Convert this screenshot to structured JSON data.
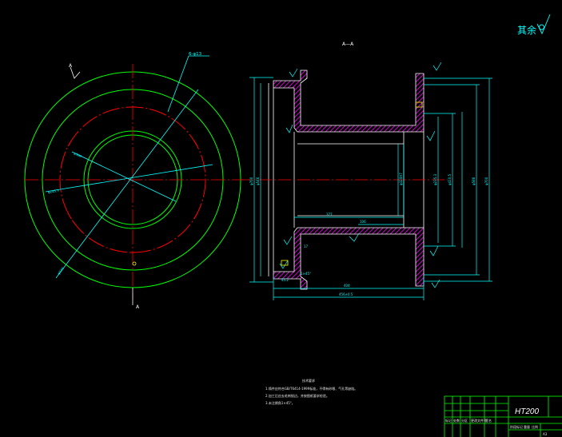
{
  "roughness": {
    "text": "其余",
    "symbol_icon": "roughness-symbol-icon"
  },
  "front_view": {
    "section_letter_top": "A",
    "section_letter_bottom": "A",
    "hole_spec": "6-φ13",
    "dia_labels": [
      "φ360",
      "φ245.3",
      "φ540"
    ]
  },
  "section_view": {
    "title": "A—A",
    "dims": {
      "width_inner": "404",
      "width_total": "456±0.5",
      "hub_len": "377",
      "hub_gap": "106",
      "flange_small": "17",
      "flange_bottom": "45.2",
      "chamfer": "1×45°",
      "left_dia_a": "φ700",
      "left_dia_b": "φ546",
      "bore_a": "φ320H7",
      "bore_b": "φ235.3",
      "right_dia_a": "φ410.5",
      "right_dia_b": "φ586",
      "right_dia_c": "φ700"
    }
  },
  "tech_requirements": {
    "title": "技术要求",
    "lines": [
      "1.铸件应符合GB/T6414-1999标准，不得有砂眼、气孔等缺陷。",
      "2.加工后应去毛刺锐边，并按图纸要求检验。",
      "3.未注倒角1×45°。"
    ]
  },
  "title_block": {
    "material": "HT200",
    "row_labels": [
      "标记",
      "处数",
      "分区",
      "更改文件号",
      "签名"
    ],
    "scale_labels": [
      "阶段标记",
      "重量",
      "比例"
    ],
    "sheet": "A3"
  },
  "colors": {
    "background": "#000000",
    "outline": "#ffffff",
    "circle_green": "#00ff00",
    "circle_red": "#ff0000",
    "dimension_cyan": "#00ffff",
    "section_hatch": "#ff00ff",
    "centerline_red": "#ff0000"
  }
}
